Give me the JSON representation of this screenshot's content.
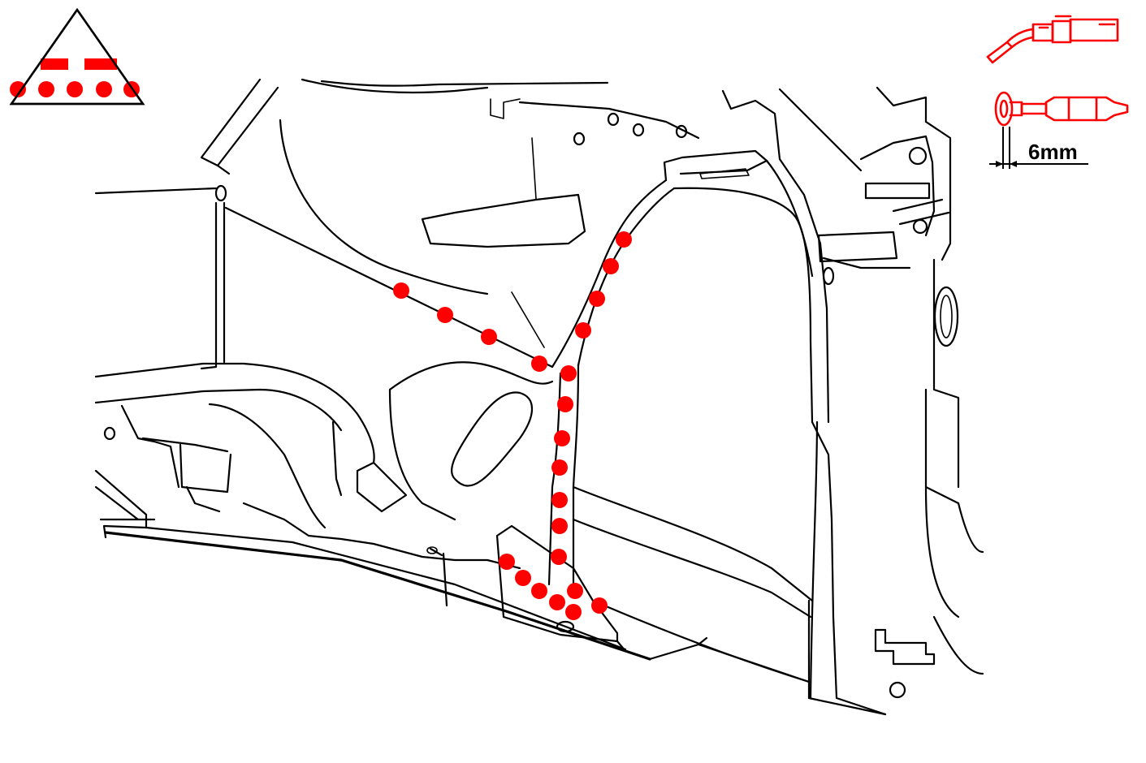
{
  "colors": {
    "weld_spot": "#ff0000",
    "line_art": "#000000",
    "background": "#ffffff"
  },
  "legend": {
    "symbol": "spot-weld-triangle-icon",
    "tools": [
      "mig-torch-icon",
      "plug-weld-torch-icon"
    ],
    "dimension_label": "6mm"
  },
  "weld_groups": [
    {
      "name": "diagonal-row",
      "spot_count": 4
    },
    {
      "name": "vertical-pillar-row",
      "spot_count": 12
    },
    {
      "name": "lower-bracket-cluster",
      "spot_count": 6
    }
  ]
}
